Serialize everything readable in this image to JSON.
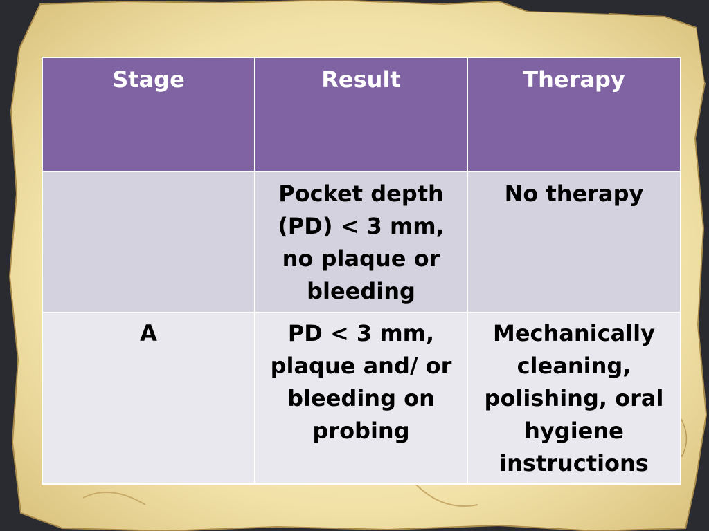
{
  "table": {
    "headers": [
      "Stage",
      "Result",
      "Therapy"
    ],
    "rows": [
      [
        "",
        "Pocket depth (PD) < 3 mm, no plaque or bleeding",
        "No therapy"
      ],
      [
        "A",
        "PD < 3 mm, plaque and/ or bleeding on probing",
        "Mechanically cleaning, polishing, oral hygiene instructions"
      ]
    ]
  }
}
